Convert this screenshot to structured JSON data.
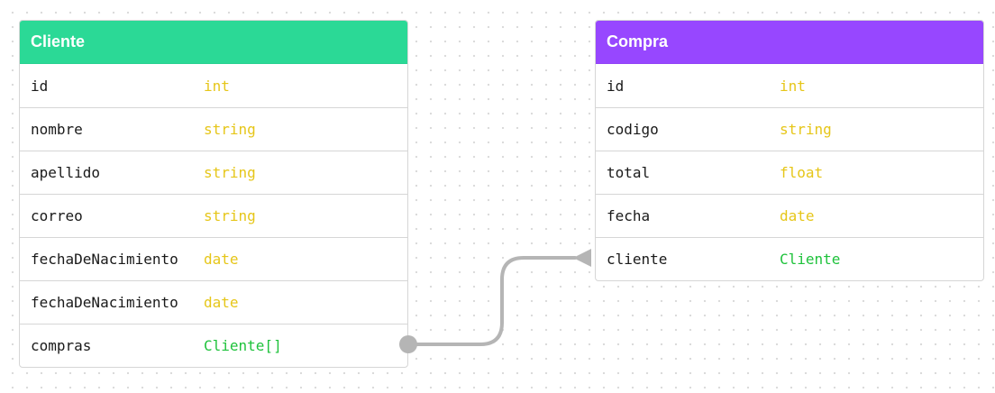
{
  "colors": {
    "primitive_type": "#e6c619",
    "reference_type": "#1ec23b",
    "connector": "#b5b5b5"
  },
  "entities": [
    {
      "name": "Cliente",
      "header_color": "#2bd996",
      "fields": [
        {
          "name": "id",
          "type": "int",
          "kind": "primitive"
        },
        {
          "name": "nombre",
          "type": "string",
          "kind": "primitive"
        },
        {
          "name": "apellido",
          "type": "string",
          "kind": "primitive"
        },
        {
          "name": "correo",
          "type": "string",
          "kind": "primitive"
        },
        {
          "name": "fechaDeNacimiento",
          "type": "date",
          "kind": "primitive"
        },
        {
          "name": "fechaDeNacimiento",
          "type": "date",
          "kind": "primitive"
        },
        {
          "name": "compras",
          "type": "Cliente[]",
          "kind": "reference"
        }
      ]
    },
    {
      "name": "Compra",
      "header_color": "#9747ff",
      "fields": [
        {
          "name": "id",
          "type": "int",
          "kind": "primitive"
        },
        {
          "name": "codigo",
          "type": "string",
          "kind": "primitive"
        },
        {
          "name": "total",
          "type": "float",
          "kind": "primitive"
        },
        {
          "name": "fecha",
          "type": "date",
          "kind": "primitive"
        },
        {
          "name": "cliente",
          "type": "Cliente",
          "kind": "reference"
        }
      ]
    }
  ],
  "relationships": [
    {
      "from_entity": "Cliente",
      "from_field": "compras",
      "to_entity": "Compra",
      "to_field": "cliente",
      "start": "circle",
      "end": "arrow"
    }
  ]
}
